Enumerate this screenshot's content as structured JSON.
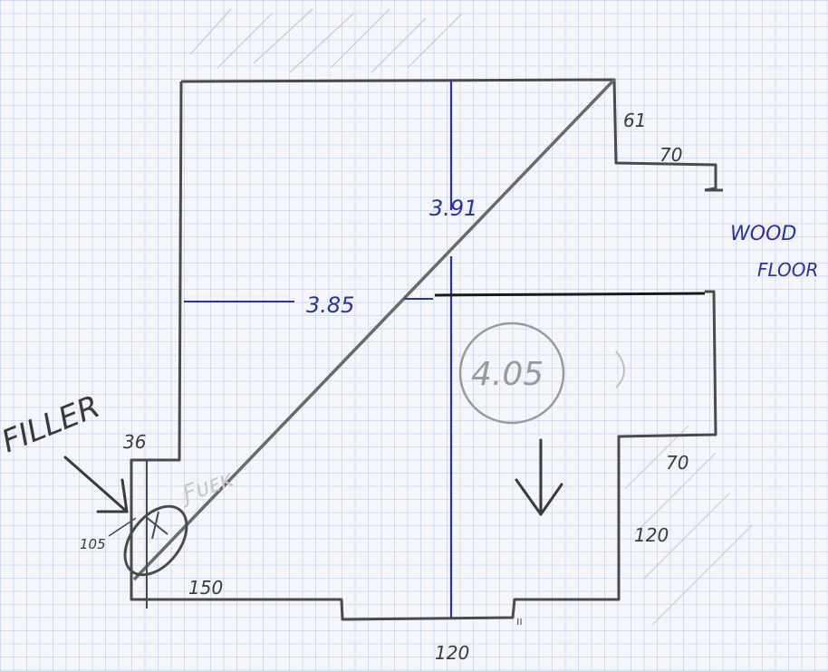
{
  "sketch": {
    "labels": {
      "diag_long": "3.91",
      "horiz_dim": "3.85",
      "circle_area": "4.05",
      "top_right_a": "61",
      "top_right_b": "70",
      "right_mid": "70",
      "right_low": "120",
      "bottom_mid": "120",
      "bottom_left": "150",
      "left_notch": "36",
      "left_small": "105",
      "filler": "FILLER",
      "wood": "WOOD",
      "floor": "FLOOR"
    },
    "colors": {
      "pencil": "#4a4a4a",
      "ink_blue": "#2b2fa8",
      "ink_dark": "#1a1a1a"
    }
  }
}
